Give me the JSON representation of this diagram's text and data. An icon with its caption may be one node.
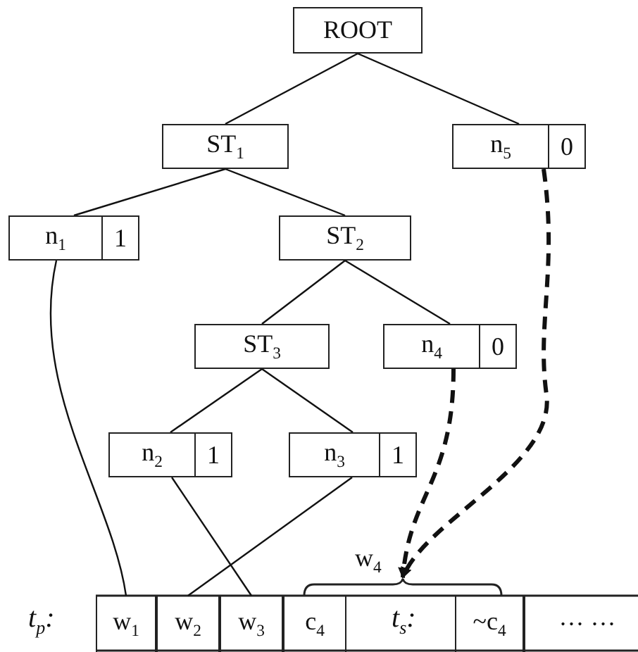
{
  "diagram": {
    "nodes": [
      {
        "text": [
          "ROOT"
        ]
      },
      {
        "text": [
          "ST$_{1}$"
        ]
      },
      {
        "text": [
          "n$_{5}$",
          "0"
        ]
      },
      {
        "text": [
          "n$_{1}$",
          "1"
        ]
      },
      {
        "text": [
          "ST$_{2}$"
        ]
      },
      {
        "text": [
          "ST$_{3}$"
        ]
      },
      {
        "text": [
          "n$_{4}$",
          "0"
        ]
      },
      {
        "text": [
          "n$_{2}$",
          "1"
        ]
      },
      {
        "text": [
          "n$_{3}$",
          "1"
        ]
      },
      {
        "text": [],
        "shape": "brace",
        "beside": [
          "w$_{4}$"
        ]
      },
      {
        "text": [
          "w$_{1}$"
        ]
      },
      {
        "text": [
          "w$_{2}$"
        ]
      },
      {
        "text": [
          "w$_{3}$"
        ]
      },
      {
        "text": [
          "c$_{4}$"
        ]
      },
      {
        "text": [
          "~c$_{4}$"
        ]
      },
      {
        "text": [
          "··· ···"
        ]
      }
    ],
    "edges": [
      {
        "from": 0,
        "to": 1,
        "arrow": "none"
      },
      {
        "from": 0,
        "to": 2,
        "arrow": "none"
      },
      {
        "from": 1,
        "to": 3,
        "arrow": "none"
      },
      {
        "from": 1,
        "to": 4,
        "arrow": "none"
      },
      {
        "from": 4,
        "to": 5,
        "arrow": "none"
      },
      {
        "from": 4,
        "to": 6,
        "arrow": "none"
      },
      {
        "from": 5,
        "to": 7,
        "arrow": "none"
      },
      {
        "from": 5,
        "to": 8,
        "arrow": "none"
      },
      {
        "from": 3,
        "to": 10,
        "arrow": "none"
      },
      {
        "from": 7,
        "to": 12,
        "arrow": "none"
      },
      {
        "from": 8,
        "to": 11,
        "arrow": "none"
      },
      {
        "from": 6,
        "to": 9,
        "arrow": "to",
        "style": "dashed"
      },
      {
        "from": 2,
        "to": 9,
        "arrow": "to",
        "style": "dashed"
      }
    ],
    "labels": [
      "t$_{p}$:",
      "t$_{s}$:"
    ]
  }
}
